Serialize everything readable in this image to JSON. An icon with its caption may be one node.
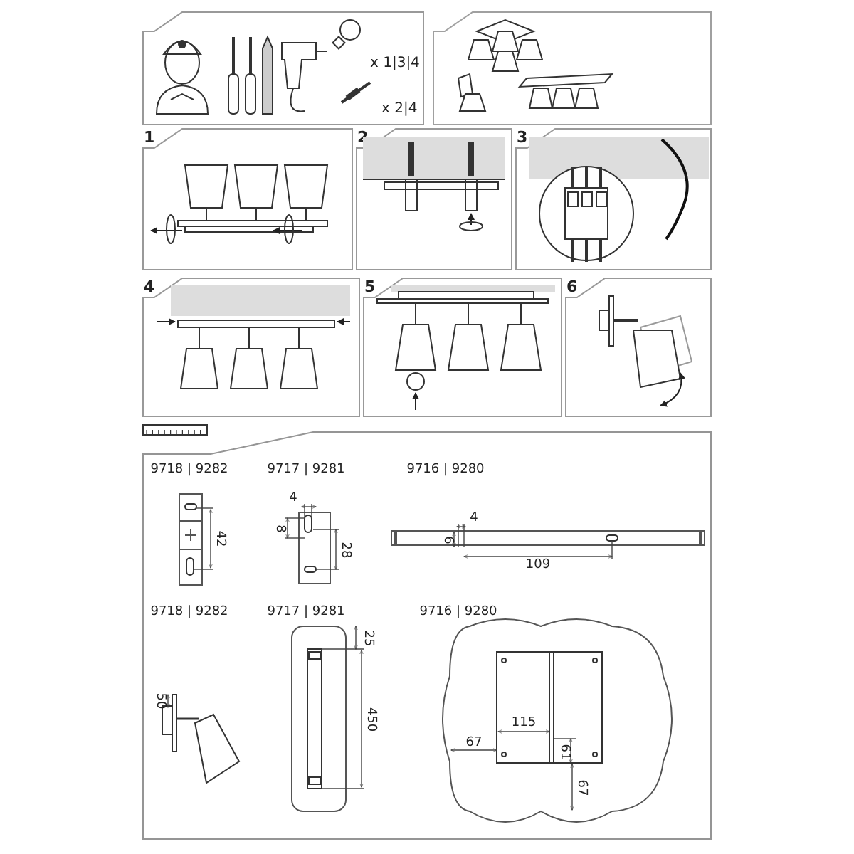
{
  "diagram": {
    "nodes": [
      {
        "text": [
          "x 1|3|4",
          "x 2|4"
        ]
      },
      {
        "text": [],
        "shape": "picture"
      },
      {
        "text": [
          "1"
        ]
      },
      {
        "text": [
          "2"
        ]
      },
      {
        "text": [
          "3"
        ]
      },
      {
        "text": [
          "4"
        ]
      },
      {
        "text": [
          "5"
        ]
      },
      {
        "text": [
          "6"
        ]
      },
      {
        "text": [],
        "shape": "box"
      }
    ],
    "labels": [
      "9718 | 9282",
      "9717 | 9281",
      "9716 | 9280",
      "4",
      "4",
      "8",
      "6",
      "42",
      "28",
      "109",
      "9718 | 9282",
      "9717 | 9281",
      "9716 | 9280",
      "25",
      "50",
      "450",
      "115",
      "67",
      "61",
      "67"
    ]
  }
}
